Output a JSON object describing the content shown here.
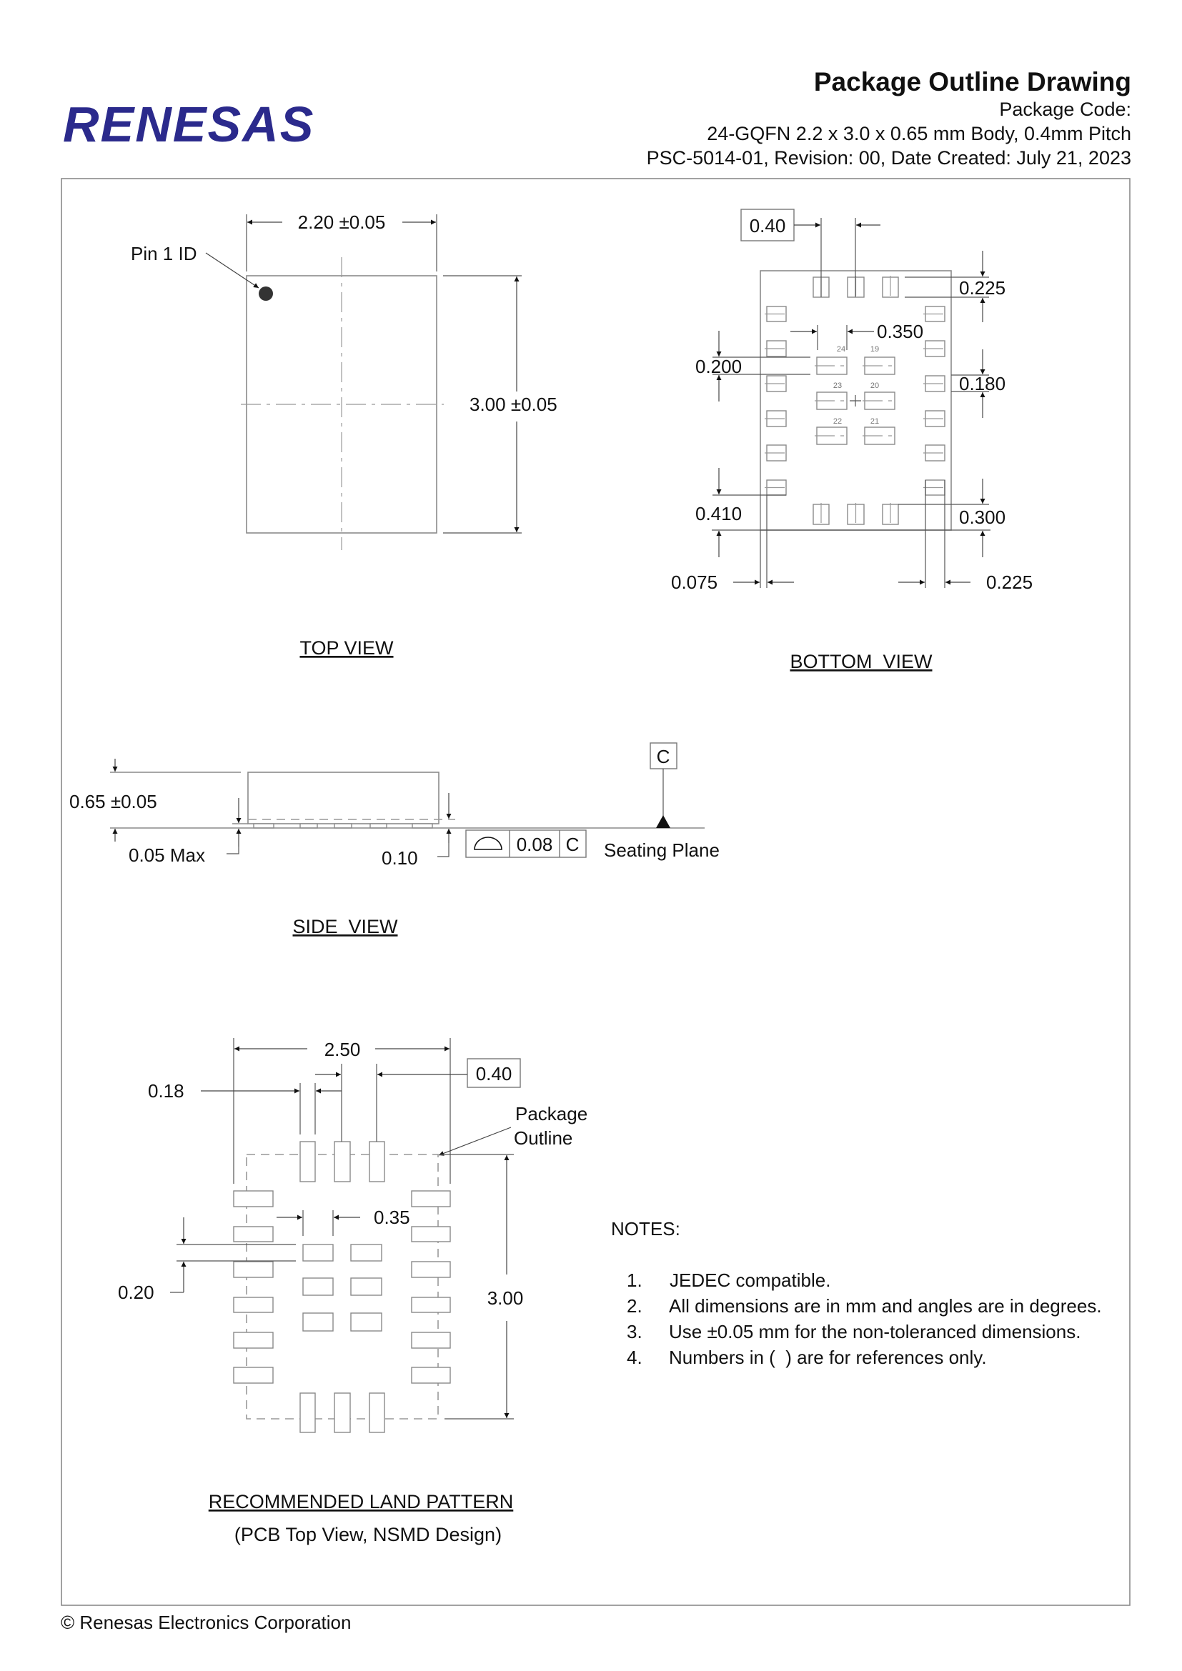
{
  "header": {
    "logo": "RENESAS",
    "title": "Package Outline Drawing",
    "package_code_label": "Package Code:",
    "package_desc": "24-GQFN 2.2 x 3.0 x 0.65 mm Body, 0.4mm Pitch",
    "doc_info": "PSC-5014-01, Revision: 00, Date Created: July 21, 2023"
  },
  "top_view": {
    "label": "TOP VIEW",
    "pin1": "Pin 1 ID",
    "width": "2.20 ±0.05",
    "length": "3.00 ±0.05"
  },
  "bottom_view": {
    "label": "BOTTOM  VIEW",
    "pitch": "0.40",
    "top_pad_len": "0.225",
    "center_gap": "0.350",
    "center_pad_w": "0.200",
    "side_pad_w": "0.180",
    "end_offset": "0.410",
    "end_pad_offset": "0.300",
    "edge_offset": "0.075",
    "side_pad_len": "0.225",
    "pin_numbers": [
      "24",
      "19",
      "23",
      "20",
      "22",
      "21"
    ]
  },
  "side_view": {
    "label": "SIDE  VIEW",
    "height": "0.65 ±0.05",
    "standoff": "0.05 Max",
    "terminal": "0.10",
    "datum": "C",
    "coplanarity_value": "0.08",
    "coplanarity_datum": "C",
    "coplanarity_symbol": "profile-of-surface-icon",
    "seating_plane": "Seating Plane"
  },
  "land_pattern": {
    "label": "RECOMMENDED LAND PATTERN",
    "sublabel": "(PCB Top View, NSMD Design)",
    "overall_width": "2.50",
    "pitch": "0.40",
    "pad_width": "0.18",
    "center_gap": "0.35",
    "center_pad_w": "0.20",
    "overall_length": "3.00",
    "outline_label_1": "Package",
    "outline_label_2": "Outline"
  },
  "notes": {
    "title": "NOTES:",
    "items": [
      {
        "n": "1.",
        "text": "JEDEC compatible."
      },
      {
        "n": "2.",
        "text": "All dimensions are in mm and angles are in degrees."
      },
      {
        "n": "3.",
        "text": "Use ±0.05 mm for the non-toleranced dimensions."
      },
      {
        "n": "4.",
        "text": "Numbers in (  ) are for references only."
      }
    ]
  },
  "footer": "© Renesas Electronics Corporation",
  "colors": {
    "logo": "#2b2a8c",
    "lines": "#8a8a8a",
    "text": "#111111"
  }
}
